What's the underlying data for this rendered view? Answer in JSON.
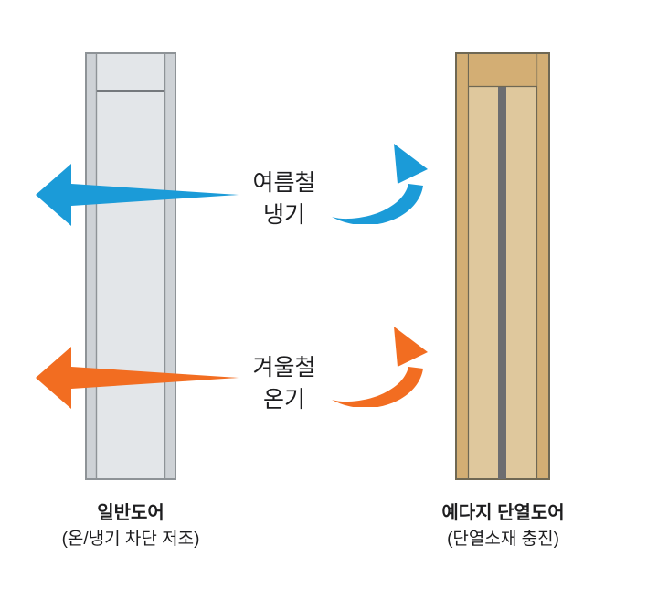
{
  "diagram": {
    "background_color": "#ffffff",
    "text_color": "#1d1d1f",
    "annotations": {
      "summer": {
        "line1": "여름철",
        "line2": "냉기",
        "color": "#1b9bd8"
      },
      "winter": {
        "line1": "겨울철",
        "line2": "온기",
        "color": "#f26d21"
      }
    },
    "doors": {
      "regular": {
        "caption_title": "일반도어",
        "caption_subtitle": "(온/냉기 차단 저조)",
        "colors": {
          "panel": "#e3e6e9",
          "stile": "#ced2d6",
          "border": "#8e9397",
          "rail_line": "#75797d"
        }
      },
      "insulated": {
        "caption_title": "예다지 단열도어",
        "caption_subtitle": "(단열소재 충진)",
        "colors": {
          "panel": "#dfc89d",
          "stile": "#d3ae74",
          "border": "#6f6854",
          "insulation_strip": "#6c6d70"
        }
      }
    }
  }
}
